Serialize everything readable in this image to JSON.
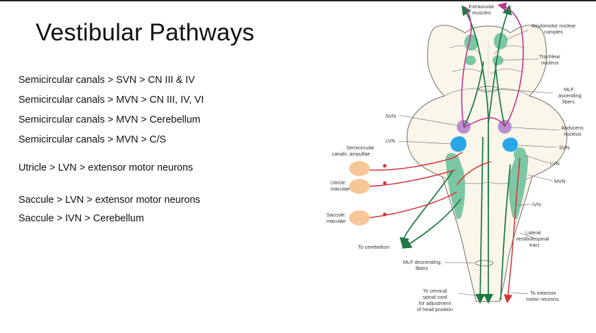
{
  "slide": {
    "title": "Vestibular Pathways",
    "pathways": [
      "Semicircular canals > SVN > CN III & IV",
      "Semicircular canals > MVN > CN III, IV, VI",
      "Semicircular canals > MVN > Cerebellum",
      "Semicircular canals > MVN > C/S",
      "Utricle > LVN > extensor motor neurons",
      "Saccule > LVN > extensor motor neurons",
      "Saccule > IVN > Cerebellum"
    ]
  },
  "diagram": {
    "labels": {
      "extraocular": [
        "Extraocular",
        "muscles"
      ],
      "oculomotor": [
        "Oculomotor nuclear",
        "complex"
      ],
      "trochlear": [
        "Trochlear",
        "nucleus"
      ],
      "mlf_ascending": [
        "MLF",
        "ascending",
        "fibers"
      ],
      "abducens": [
        "Abducens",
        "nucleus"
      ],
      "svn_right": "SVN",
      "lvn_right": "LVN",
      "mvn_right": "MVN",
      "ivn_right": "IVN",
      "lateral_vst": [
        "Lateral",
        "vestibulospinal",
        "tract"
      ],
      "to_extensor": [
        "To extensor",
        "motor neurons"
      ],
      "to_cervical": [
        "To cervical",
        "spinal cord",
        "for adjustment",
        "of head position"
      ],
      "mlf_descending": [
        "MLF descending",
        "fibers"
      ],
      "to_cerebellum": "To cerebellum",
      "svn_left": "SVN",
      "lvn_left": "LVN",
      "semicircular": [
        "Semicircular",
        "canals: ampullae"
      ],
      "utricle": [
        "Utricle:",
        "maculae"
      ],
      "saccule": [
        "Saccule:",
        "maculae"
      ]
    },
    "colors": {
      "outline": "#6b6b6b",
      "brainstem_fill": "#fbf6ea",
      "green_pathway": "#1f7a45",
      "green_nucleus": "#7cc7a3",
      "red_pathway": "#d7363a",
      "magenta_pathway": "#c2328f",
      "purple_nucleus": "#b98fd0",
      "blue_nucleus": "#27a7e8",
      "organ_orange": "#f7c696"
    }
  }
}
